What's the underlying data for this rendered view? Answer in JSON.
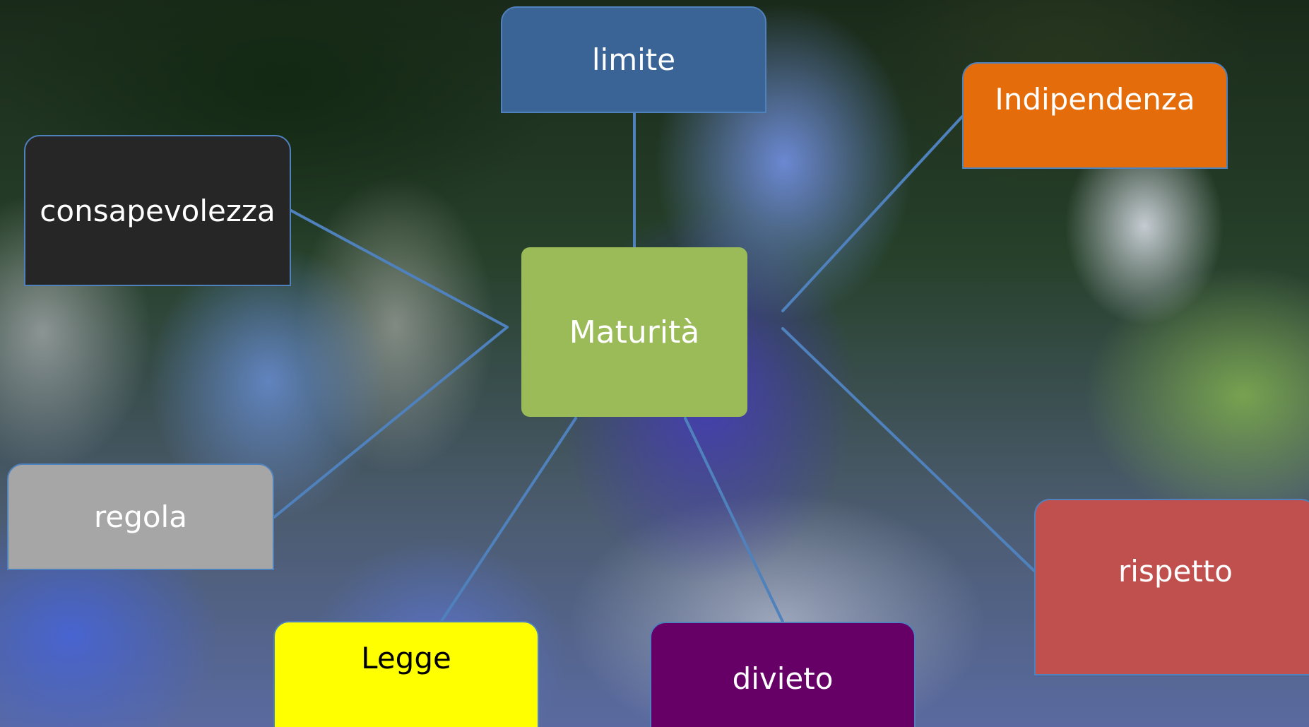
{
  "diagram": {
    "center": {
      "label": "Maturità",
      "color": "#9bbb59"
    },
    "nodes": [
      {
        "id": "limite",
        "label": "limite",
        "color": "#3a6495"
      },
      {
        "id": "indipendenza",
        "label": "Indipendenza",
        "color": "#e46c0a"
      },
      {
        "id": "consapevolezza",
        "label": "consapevolezza",
        "color": "#262626"
      },
      {
        "id": "regola",
        "label": "regola",
        "color": "#a6a6a6"
      },
      {
        "id": "legge",
        "label": "Legge",
        "color": "#ffff00"
      },
      {
        "id": "divieto",
        "label": "divieto",
        "color": "#660066"
      },
      {
        "id": "rispetto",
        "label": "rispetto",
        "color": "#c0504d"
      }
    ],
    "connector_color": "#4f81bd"
  }
}
